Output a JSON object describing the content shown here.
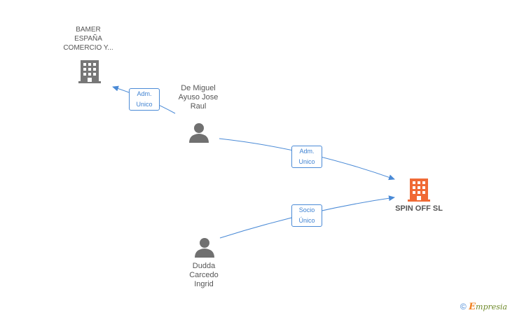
{
  "nodes": {
    "bamer": {
      "line1": "BAMER",
      "line2": "ESPAÑA",
      "line3": "COMERCIO Y..."
    },
    "de_miguel": {
      "line1": "De Miguel",
      "line2": "Ayuso Jose",
      "line3": "Raul"
    },
    "spin_off": {
      "name": "SPIN OFF SL"
    },
    "dudda": {
      "line1": "Dudda",
      "line2": "Carcedo",
      "line3": "Ingrid"
    }
  },
  "edges": {
    "e1": {
      "line1": "Adm.",
      "line2": "Unico"
    },
    "e2": {
      "line1": "Adm.",
      "line2": "Unico"
    },
    "e3": {
      "line1": "Socio",
      "line2": "Único"
    }
  },
  "colors": {
    "edge": "#4a8ad6",
    "company": "#777777",
    "focus_company": "#f06a35",
    "person": "#707070"
  },
  "footer": {
    "copyright": "©",
    "brand_e": "E",
    "brand_rest": "mpresia"
  }
}
